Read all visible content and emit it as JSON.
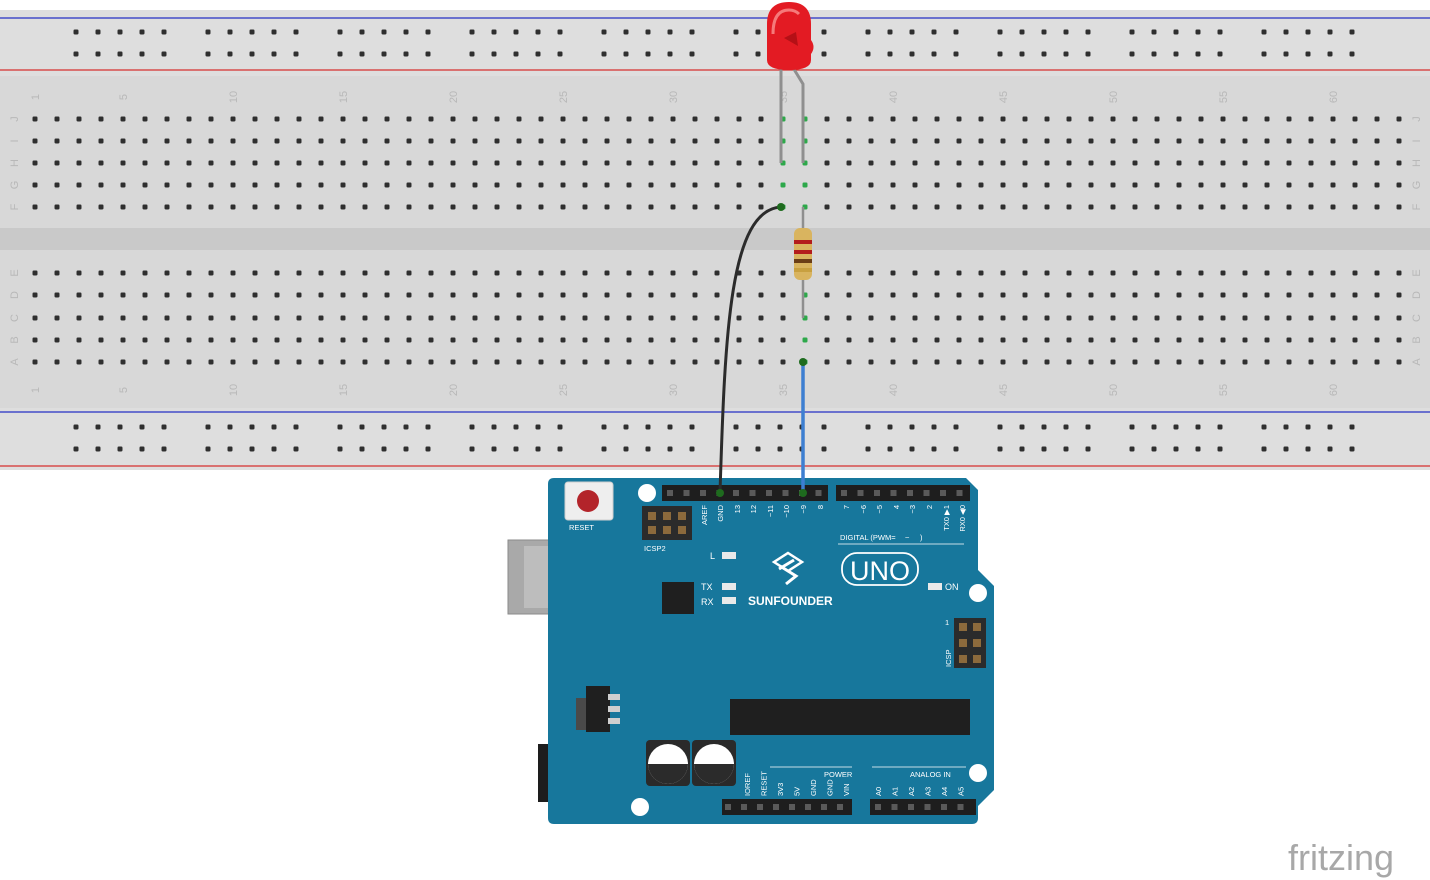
{
  "watermark": {
    "text": "fritzing"
  },
  "breadboard": {
    "row_letters_top": [
      "J",
      "I",
      "H",
      "G",
      "F"
    ],
    "row_letters_bottom": [
      "E",
      "D",
      "C",
      "B",
      "A"
    ],
    "column_numbers": [
      "1",
      "5",
      "10",
      "15",
      "20",
      "25",
      "30",
      "35",
      "40",
      "45",
      "50",
      "55",
      "60"
    ]
  },
  "board": {
    "reset_label": "RESET",
    "icsp2_label": "ICSP2",
    "icsp_label": "ICSP",
    "icsp_pin_1": "1",
    "brand": "SUNFOUNDER",
    "model": "UNO",
    "led_l": "L",
    "led_tx": "TX",
    "led_rx": "RX",
    "led_on": "ON",
    "digital_label": "DIGITAL (PWM=",
    "digital_tilde": "~",
    "digital_close": ")",
    "power_label": "POWER",
    "analog_label": "ANALOG IN",
    "digital_pins": [
      "AREF",
      "GND",
      "13",
      "12",
      "~11",
      "~10",
      "~9",
      "8",
      "7",
      "~6",
      "~5",
      "4",
      "~3",
      "2",
      "TX0 ▶1",
      "RX0 ◀0"
    ],
    "power_pins": [
      "IOREF",
      "RESET",
      "3V3",
      "5V",
      "GND",
      "GND",
      "VIN"
    ],
    "analog_pins": [
      "A0",
      "A1",
      "A2",
      "A3",
      "A4",
      "A5"
    ]
  },
  "colors": {
    "breadboard": "#dcdcdc",
    "board": "#17779c",
    "led": "#e31b23",
    "wire_gnd": "#2b2b2b",
    "wire_signal": "#3d7fd1",
    "rail_red": "#d6302e",
    "rail_blue": "#2430c4"
  }
}
